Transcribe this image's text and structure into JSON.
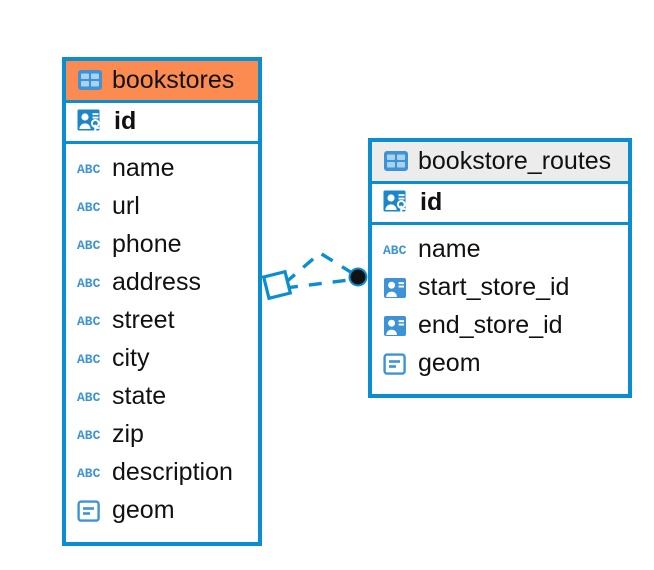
{
  "diagram": {
    "type": "entity-relationship-diagram",
    "colors": {
      "border": "#0b8ed0",
      "accent_blue": "#3d93d6",
      "header_highlight": "#fb8b50",
      "header_default": "#ececec",
      "relation_line": "#0b8ed0",
      "relation_endpoint": "#111111",
      "text": "#111111",
      "background": "#ffffff"
    },
    "entities": [
      {
        "name": "bookstores",
        "icon": "table-icon",
        "header_style": "highlight",
        "primary_key": {
          "name": "id",
          "icon": "primary-key-icon",
          "type": "pk"
        },
        "fields": [
          {
            "name": "name",
            "icon": "text-type-icon",
            "type": "text"
          },
          {
            "name": "url",
            "icon": "text-type-icon",
            "type": "text"
          },
          {
            "name": "phone",
            "icon": "text-type-icon",
            "type": "text"
          },
          {
            "name": "address",
            "icon": "text-type-icon",
            "type": "text"
          },
          {
            "name": "street",
            "icon": "text-type-icon",
            "type": "text"
          },
          {
            "name": "city",
            "icon": "text-type-icon",
            "type": "text"
          },
          {
            "name": "state",
            "icon": "text-type-icon",
            "type": "text"
          },
          {
            "name": "zip",
            "icon": "text-type-icon",
            "type": "text"
          },
          {
            "name": "description",
            "icon": "text-type-icon",
            "type": "text"
          },
          {
            "name": "geom",
            "icon": "geometry-type-icon",
            "type": "geometry"
          }
        ]
      },
      {
        "name": "bookstore_routes",
        "icon": "table-icon",
        "header_style": "default",
        "primary_key": {
          "name": "id",
          "icon": "primary-key-icon",
          "type": "pk"
        },
        "fields": [
          {
            "name": "name",
            "icon": "text-type-icon",
            "type": "text"
          },
          {
            "name": "start_store_id",
            "icon": "foreign-key-icon",
            "type": "fk"
          },
          {
            "name": "end_store_id",
            "icon": "foreign-key-icon",
            "type": "fk"
          },
          {
            "name": "geom",
            "icon": "geometry-type-icon",
            "type": "geometry"
          }
        ]
      }
    ],
    "relationships": [
      {
        "from_entity": "bookstores",
        "to_entity": "bookstore_routes",
        "line_style": "dashed",
        "source_marker": "diamond-outline",
        "target_marker": "filled-circle",
        "branches": 2
      }
    ]
  }
}
